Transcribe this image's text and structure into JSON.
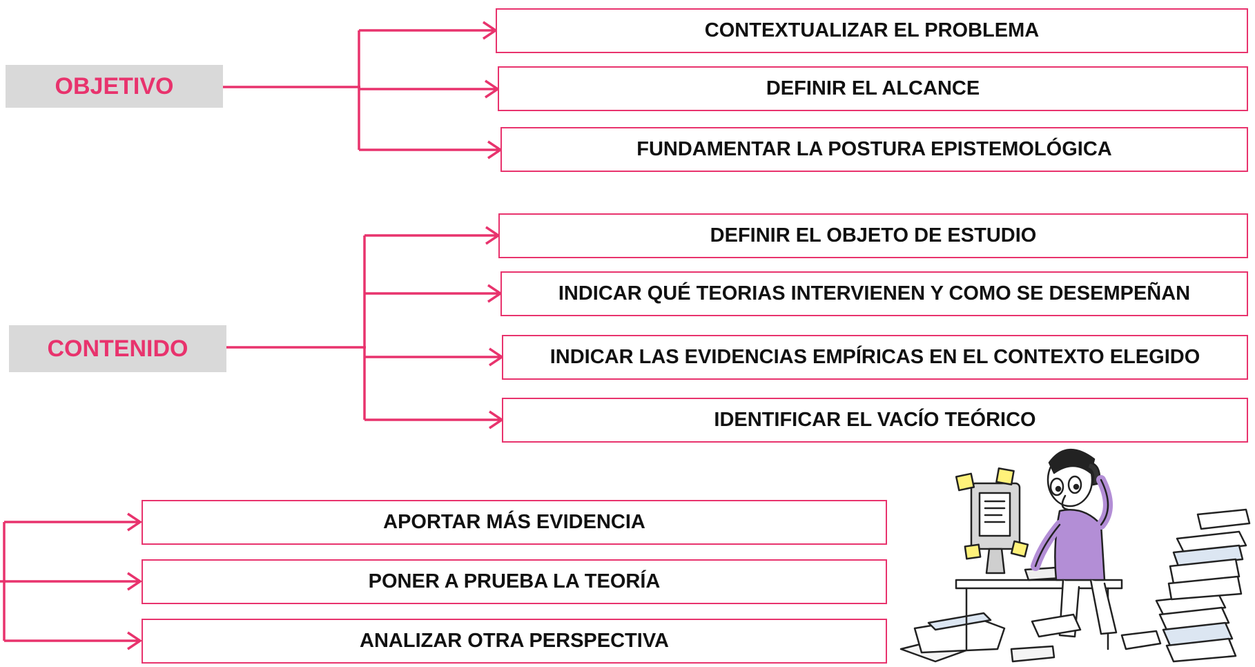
{
  "colors": {
    "accent": "#e8336d",
    "label_bg": "#d9d9d9",
    "text": "#111111"
  },
  "groups": [
    {
      "label": "OBJETIVO",
      "items": [
        "CONTEXTUALIZAR EL PROBLEMA",
        "DEFINIR EL ALCANCE",
        "FUNDAMENTAR LA POSTURA EPISTEMOLÓGICA"
      ]
    },
    {
      "label": "CONTENIDO",
      "items": [
        "DEFINIR EL OBJETO DE ESTUDIO",
        "INDICAR QUÉ TEORIAS INTERVIENEN Y COMO SE DESEMPEÑAN",
        "INDICAR LAS EVIDENCIAS EMPÍRICAS EN EL CONTEXTO ELEGIDO",
        "IDENTIFICAR EL VACÍO TEÓRICO"
      ]
    },
    {
      "items": [
        "APORTAR MÁS EVIDENCIA",
        "PONER A PRUEBA LA TEORÍA",
        "ANALIZAR OTRA PERSPECTIVA"
      ]
    }
  ],
  "illustration": {
    "icon": "stressed-person-at-computer-icon"
  }
}
